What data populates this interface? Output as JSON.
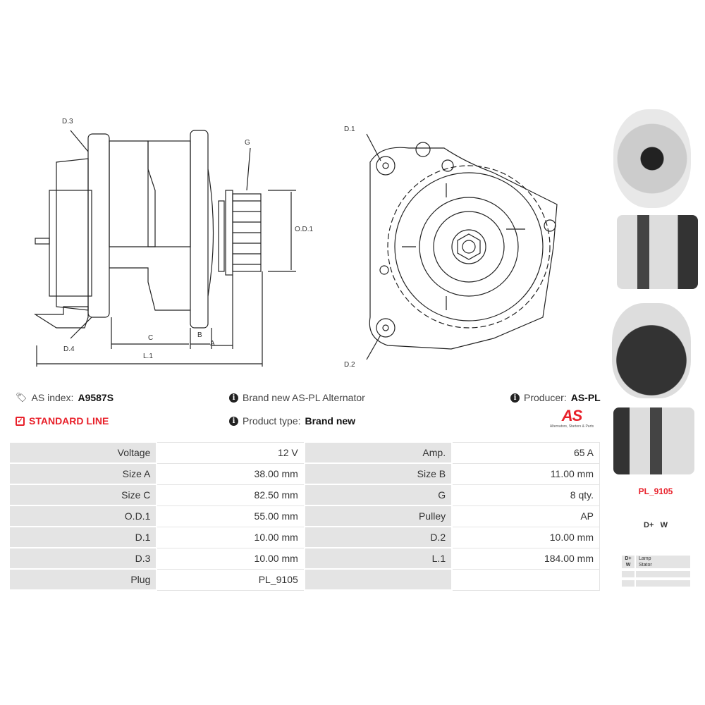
{
  "diagram_labels": {
    "d3": "D.3",
    "d4": "D.4",
    "g": "G",
    "od1": "O.D.1",
    "c": "C",
    "b": "B",
    "a": "A",
    "l1": "L.1",
    "d1": "D.1",
    "d2": "D.2"
  },
  "info": {
    "as_index_label": "AS index:",
    "as_index": "A9587S",
    "standard_line": "STANDARD LINE",
    "description": "Brand new AS-PL Alternator",
    "product_type_label": "Product type:",
    "product_type": "Brand new",
    "producer_label": "Producer:",
    "producer": "AS-PL"
  },
  "logo": {
    "text": "AS",
    "tagline": "Alternators, Starters & Parts"
  },
  "specs": [
    [
      "Voltage",
      "12 V",
      "Amp.",
      "65 A"
    ],
    [
      "Size A",
      "38.00 mm",
      "Size B",
      "11.00 mm"
    ],
    [
      "Size C",
      "82.50 mm",
      "G",
      "8 qty."
    ],
    [
      "O.D.1",
      "55.00 mm",
      "Pulley",
      "AP"
    ],
    [
      "D.1",
      "10.00 mm",
      "D.2",
      "10.00 mm"
    ],
    [
      "D.3",
      "10.00 mm",
      "L.1",
      "184.00 mm"
    ],
    [
      "Plug",
      "PL_9105",
      "",
      ""
    ]
  ],
  "plug": {
    "name": "PL_9105",
    "terminals": "D+   W",
    "pins": [
      [
        "D+",
        "Lamp"
      ],
      [
        "W",
        "Stator"
      ],
      [
        "",
        ""
      ],
      [
        "",
        ""
      ]
    ]
  },
  "colors": {
    "accent": "#e8202a",
    "cell": "#e4e4e4"
  }
}
